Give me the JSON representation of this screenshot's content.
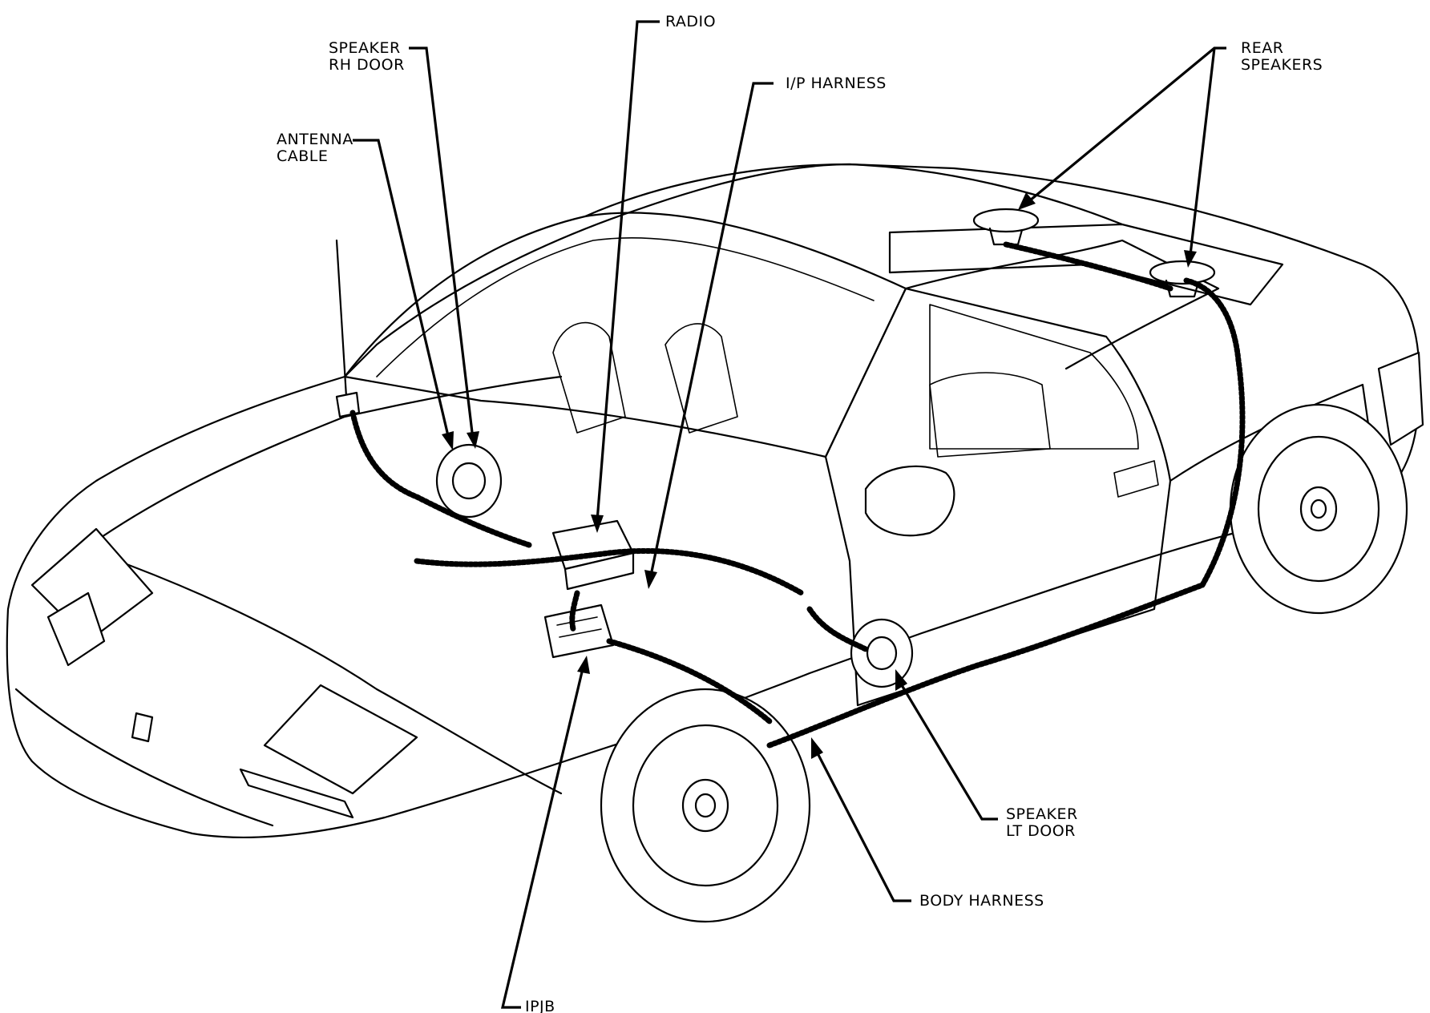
{
  "labels": {
    "speaker_rh_door_1": "SPEAKER",
    "speaker_rh_door_2": "RH DOOR",
    "antenna_cable_1": "ANTENNA",
    "antenna_cable_2": "CABLE",
    "radio": "RADIO",
    "ip_harness": "I/P HARNESS",
    "rear_speakers_1": "REAR",
    "rear_speakers_2": "SPEAKERS",
    "speaker_lt_door_1": "SPEAKER",
    "speaker_lt_door_2": "LT DOOR",
    "body_harness": "BODY HARNESS",
    "ipjb": "IPJB"
  }
}
